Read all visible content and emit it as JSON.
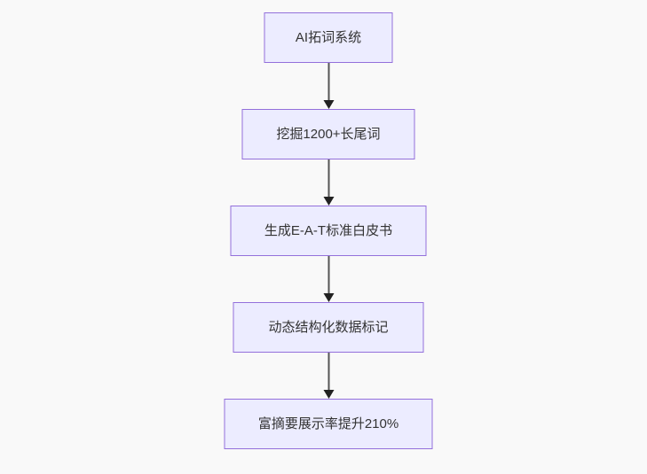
{
  "diagram": {
    "type": "flowchart",
    "direction": "top-down",
    "background_color": "#f9f9f9",
    "node_fill_color": "#ECECFF",
    "node_border_color": "#9370DB",
    "node_text_color": "#333333",
    "arrow_color": "#555555",
    "arrowhead_color": "#222222",
    "nodes": [
      {
        "id": "node-1",
        "label": "AI拓词系统"
      },
      {
        "id": "node-2",
        "label": "挖掘1200+长尾词"
      },
      {
        "id": "node-3",
        "label": "生成E-A-T标准白皮书"
      },
      {
        "id": "node-4",
        "label": "动态结构化数据标记"
      },
      {
        "id": "node-5",
        "label": "富摘要展示率提升210%"
      }
    ],
    "edges": [
      {
        "from": "node-1",
        "to": "node-2"
      },
      {
        "from": "node-2",
        "to": "node-3"
      },
      {
        "from": "node-3",
        "to": "node-4"
      },
      {
        "from": "node-4",
        "to": "node-5"
      }
    ]
  }
}
